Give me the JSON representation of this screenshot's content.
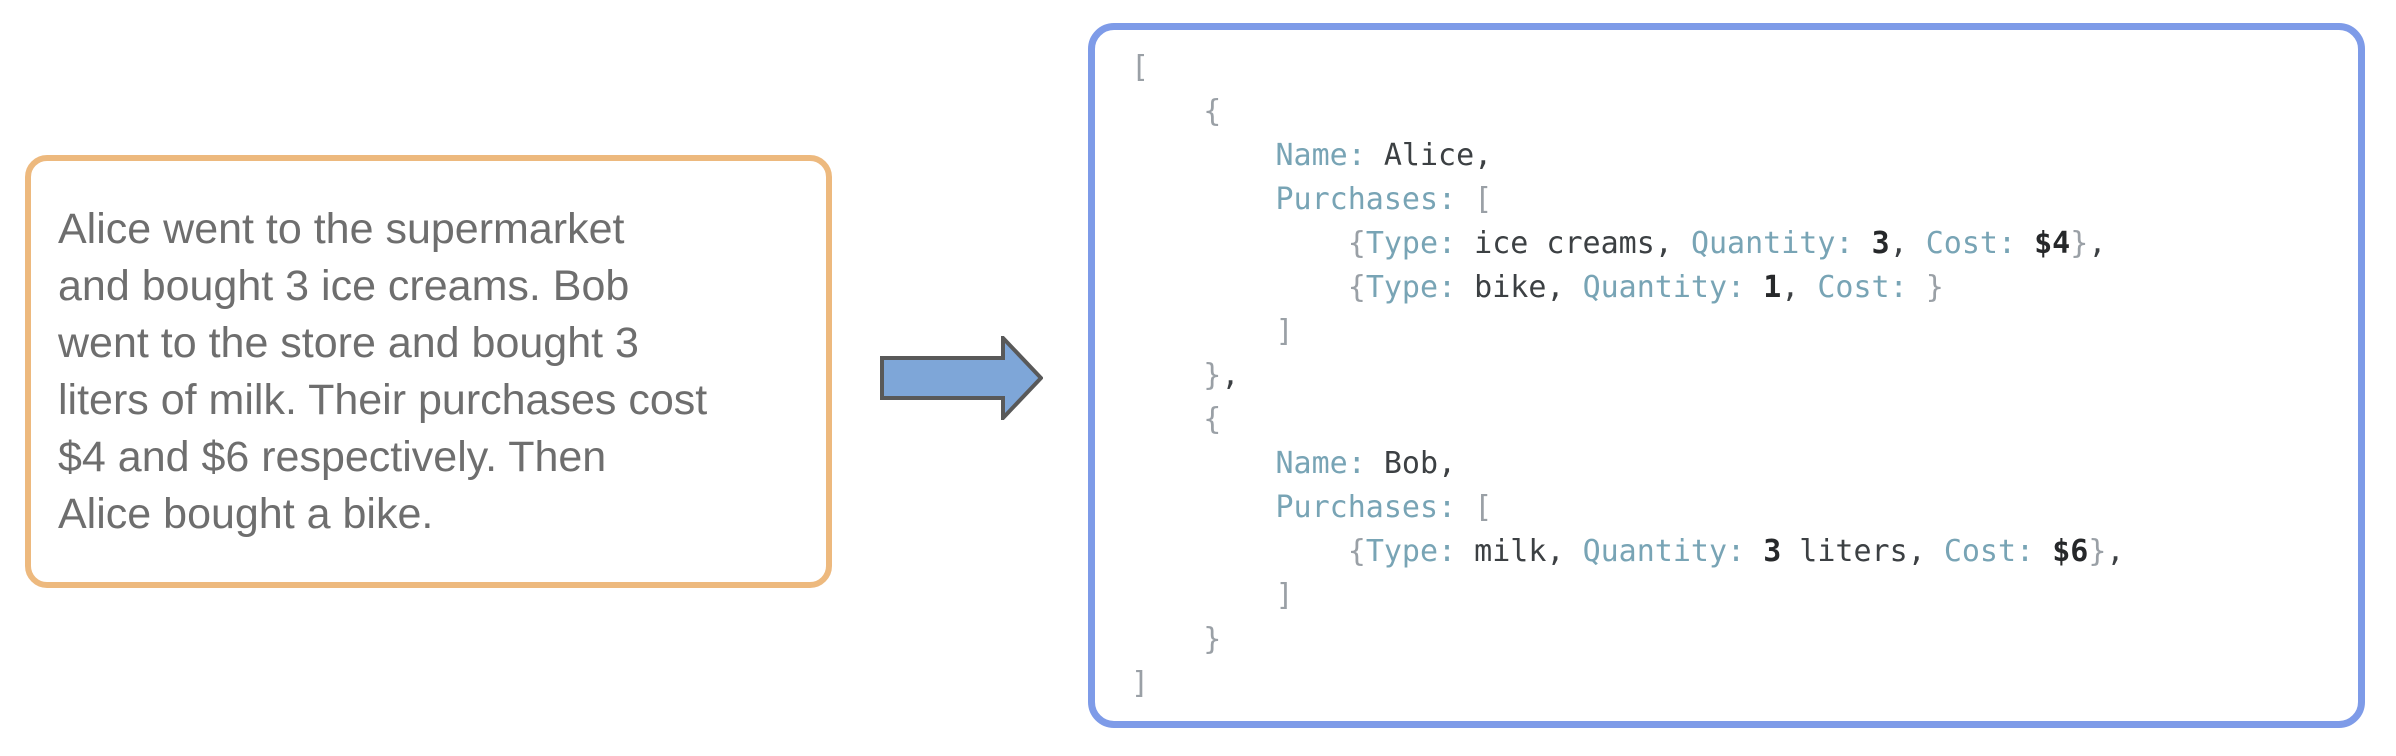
{
  "colors": {
    "left_box_border": "#EDB97E",
    "left_text": "#6E6E6E",
    "right_box_border": "#7E9BE8",
    "arrow_fill": "#7EA6D8",
    "arrow_outline": "#595959",
    "code_key": "#78A4B5",
    "code_value": "#3C4043",
    "code_punct": "#9AA0A6",
    "code_num": "#26282A"
  },
  "story": {
    "lines": [
      "Alice went to the supermarket",
      "and bought 3 ice creams. Bob",
      "went to the store and bought 3",
      "liters of milk. Their purchases cost",
      "$4 and $6 respectively. Then",
      "Alice bought a bike."
    ]
  },
  "arrow": {
    "icon": "right-block-arrow",
    "direction": "right"
  },
  "code_block": {
    "lines": [
      [
        [
          "punct",
          "["
        ]
      ],
      [
        [
          "punct",
          "    {"
        ]
      ],
      [
        [
          "value",
          "        "
        ],
        [
          "key",
          "Name:"
        ],
        [
          "value",
          " Alice,"
        ]
      ],
      [
        [
          "value",
          "        "
        ],
        [
          "key",
          "Purchases:"
        ],
        [
          "value",
          " "
        ],
        [
          "punct",
          "["
        ]
      ],
      [
        [
          "value",
          "            "
        ],
        [
          "punct",
          "{"
        ],
        [
          "key",
          "Type:"
        ],
        [
          "value",
          " ice creams, "
        ],
        [
          "key",
          "Quantity:"
        ],
        [
          "value",
          " "
        ],
        [
          "num",
          "3"
        ],
        [
          "value",
          ", "
        ],
        [
          "key",
          "Cost:"
        ],
        [
          "value",
          " "
        ],
        [
          "num",
          "$4"
        ],
        [
          "punct",
          "}"
        ],
        [
          "value",
          ","
        ]
      ],
      [
        [
          "value",
          "            "
        ],
        [
          "punct",
          "{"
        ],
        [
          "key",
          "Type:"
        ],
        [
          "value",
          " bike, "
        ],
        [
          "key",
          "Quantity:"
        ],
        [
          "value",
          " "
        ],
        [
          "num",
          "1"
        ],
        [
          "value",
          ", "
        ],
        [
          "key",
          "Cost:"
        ],
        [
          "value",
          " "
        ],
        [
          "punct",
          "}"
        ]
      ],
      [
        [
          "punct",
          "        ]"
        ]
      ],
      [
        [
          "punct",
          "    }"
        ],
        [
          "value",
          ","
        ]
      ],
      [
        [
          "punct",
          "    {"
        ]
      ],
      [
        [
          "value",
          "        "
        ],
        [
          "key",
          "Name:"
        ],
        [
          "value",
          " Bob,"
        ]
      ],
      [
        [
          "value",
          "        "
        ],
        [
          "key",
          "Purchases:"
        ],
        [
          "value",
          " "
        ],
        [
          "punct",
          "["
        ]
      ],
      [
        [
          "value",
          "            "
        ],
        [
          "punct",
          "{"
        ],
        [
          "key",
          "Type:"
        ],
        [
          "value",
          " milk, "
        ],
        [
          "key",
          "Quantity:"
        ],
        [
          "value",
          " "
        ],
        [
          "num",
          "3"
        ],
        [
          "value",
          " liters, "
        ],
        [
          "key",
          "Cost:"
        ],
        [
          "value",
          " "
        ],
        [
          "num",
          "$6"
        ],
        [
          "punct",
          "}"
        ],
        [
          "value",
          ","
        ]
      ],
      [
        [
          "punct",
          "        ]"
        ]
      ],
      [
        [
          "punct",
          "    }"
        ]
      ],
      [
        [
          "punct",
          "]"
        ]
      ]
    ]
  }
}
